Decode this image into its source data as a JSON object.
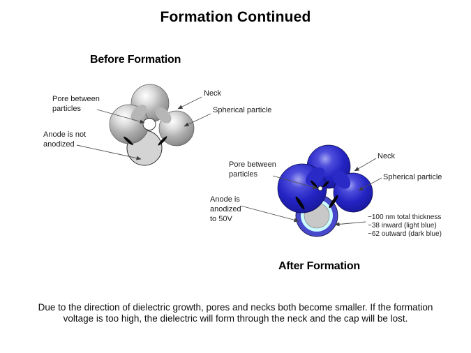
{
  "title": "Formation Continued",
  "before": {
    "heading": "Before Formation",
    "labels": {
      "pore": "Pore between\nparticles",
      "anode": "Anode is not\nanodized",
      "neck": "Neck",
      "sphere": "Spherical particle"
    }
  },
  "after": {
    "heading": "After Formation",
    "labels": {
      "pore": "Pore between\nparticles",
      "anode": "Anode is\nanodized\nto 50V",
      "neck": "Neck",
      "sphere": "Spherical particle",
      "thickness": "~100 nm total thickness\n~38 inward (light blue)\n~62 outward (dark blue)"
    }
  },
  "footer": {
    "lines": [
      "Due to the direction of dielectric growth, pores and necks both become smaller. If the formation",
      "voltage is too high, the dielectric will form through the neck and the cap will be lost."
    ]
  },
  "colors": {
    "anode_gray": "#d4d4d4",
    "ring_dark_blue": "#4848cc",
    "ring_light_blue": "#c9fbff",
    "ring_center_gray": "#c8c8c8",
    "pore_white": "#ffffff"
  }
}
